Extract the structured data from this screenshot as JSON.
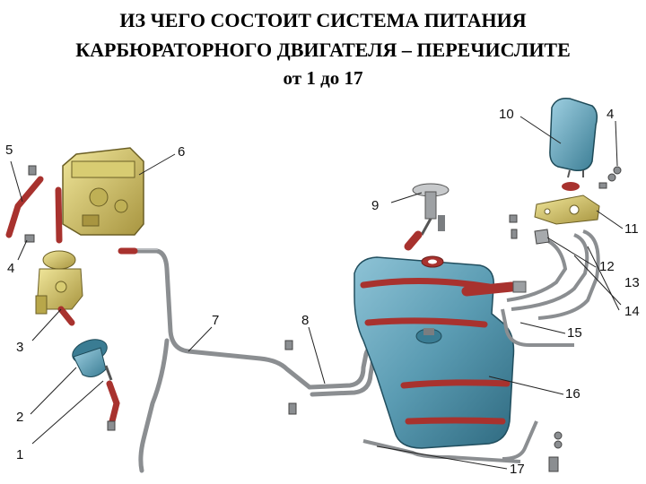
{
  "title": {
    "line1": "ИЗ ЧЕГО СОСТОИТ СИСТЕМА ПИТАНИЯ",
    "line2": "КАРБЮРАТОРНОГО ДВИГАТЕЛЯ – ПЕРЕЧИСЛИТЕ",
    "line3": "от 1 до 17"
  },
  "callouts": [
    "1",
    "2",
    "3",
    "4",
    "4",
    "5",
    "6",
    "7",
    "8",
    "9",
    "10",
    "11",
    "12",
    "13",
    "14",
    "15",
    "16",
    "17"
  ],
  "colors": {
    "steel_blue": "#5a9bb2",
    "hose_red": "#a8322e",
    "brass": "#c8b64f",
    "pipe_gray": "#8b8e91"
  }
}
